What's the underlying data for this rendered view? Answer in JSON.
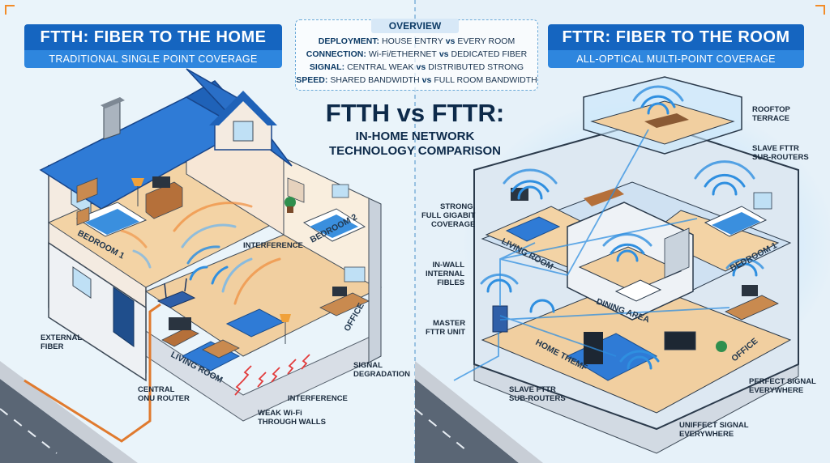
{
  "left": {
    "title": "FTTH: FIBER TO THE HOME",
    "subtitle": "TRADITIONAL SINGLE POINT COVERAGE",
    "rooms": {
      "bedroom1": "BEDROOM 1",
      "bedroom2": "BEDROOM 2",
      "living": "LIVING ROOM",
      "office": "OFFICE"
    },
    "labels": {
      "external_fiber": "EXTERNAL\nFIBER",
      "central_onu": "CENTRAL\nONU ROUTER",
      "interference_top": "INTERFERENCE",
      "interference_bottom": "INTERFERENCE",
      "signal_degradation": "SIGNAL\nDEGRADATION",
      "weak_wifi": "WEAK Wi-Fi\nTHROUGH WALLS"
    }
  },
  "right": {
    "title": "FTTR: FIBER TO THE ROOM",
    "subtitle": "ALL-OPTICAL MULTI-POINT COVERAGE",
    "rooms": {
      "living": "LIVING ROOM",
      "bedroom1": "BEDROOM 1",
      "dining": "DINING AREA",
      "theater": "HOME THEMF",
      "office": "OFFICE"
    },
    "labels": {
      "rooftop": "ROOFTOP\nTERRACE",
      "slave_top": "SLAVE FTTR\nSUB-ROUTERS",
      "strong": "STRONG,\nFULL GIGABIT\nCOVERAGE",
      "inwall": "IN-WALL\nINTERNAL\nFIBLES",
      "master": "MASTER\nFTTR UNIT",
      "slave_bottom": "SLAVE FTTR\nSUB-ROUTERS",
      "perfect": "PERFECT SIGNAL\nEVERYWHERE",
      "uniffect": "UNIFFECT SIGNAL\nEVERYWHERE"
    }
  },
  "overview": {
    "title": "OVERVIEW",
    "rows": [
      {
        "key": "DEPLOYMENT:",
        "a": "HOUSE ENTRY",
        "vs": "vs",
        "b": "EVERY ROOM"
      },
      {
        "key": "CONNECTION:",
        "a": "Wi-Fi/ETHERNET",
        "vs": "vs",
        "b": "DEDICATED FIBER"
      },
      {
        "key": "SIGNAL:",
        "a": "CENTRAL WEAK",
        "vs": "vs",
        "b": "DISTRIBUTED STRONG"
      },
      {
        "key": "SPEED:",
        "a": "SHARED BANDWIDTH",
        "vs": "vs",
        "b": "FULL ROOM BANDWIDTH"
      }
    ]
  },
  "center": {
    "title": "FTTH vs FTTR:",
    "subtitle_line1": "IN-HOME NETWORK",
    "subtitle_line2": "TECHNOLOGY COMPARISON"
  },
  "colors": {
    "banner": "#1565c0",
    "banner_sub": "#2e86de",
    "wifi_weak": "#f08c3a",
    "wifi_strong": "#2f8fe0",
    "fiber": "#e07a2e",
    "roof": "#2f7bd6",
    "floor": "#f1cfa0",
    "wall": "#f7e7d6"
  }
}
